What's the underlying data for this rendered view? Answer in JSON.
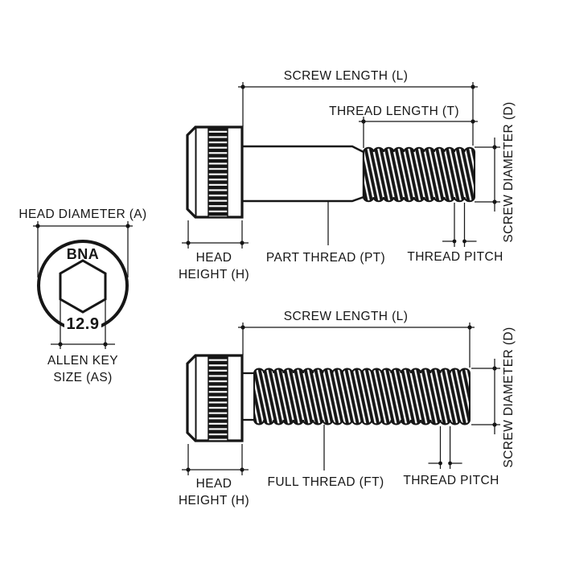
{
  "title": "Socket head cap screw dimension diagram",
  "colors": {
    "ink": "#161616",
    "background": "#ffffff"
  },
  "head_view": {
    "head_diameter_label": "HEAD DIAMETER (A)",
    "socket_marking_brand": "BNA",
    "socket_marking_grade": "12.9",
    "allen_key_line1": "ALLEN KEY",
    "allen_key_line2": "SIZE (AS)"
  },
  "part_thread_screw": {
    "screw_length_label": "SCREW LENGTH (L)",
    "thread_length_label": "THREAD LENGTH (T)",
    "screw_diameter_label": "SCREW DIAMETER (D)",
    "head_height_line1": "HEAD",
    "head_height_line2": "HEIGHT (H)",
    "thread_type_label": "PART THREAD (PT)",
    "thread_pitch_label": "THREAD PITCH"
  },
  "full_thread_screw": {
    "screw_length_label": "SCREW LENGTH (L)",
    "screw_diameter_label": "SCREW DIAMETER (D)",
    "head_height_line1": "HEAD",
    "head_height_line2": "HEIGHT (H)",
    "thread_type_label": "FULL THREAD (FT)",
    "thread_pitch_label": "THREAD PITCH"
  }
}
